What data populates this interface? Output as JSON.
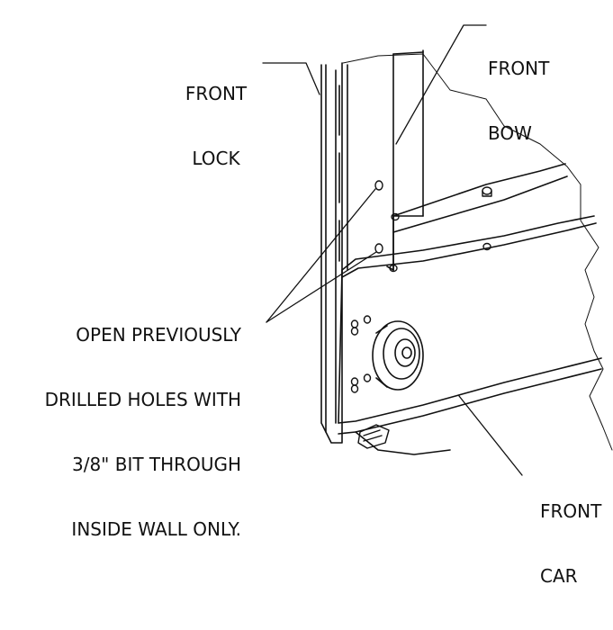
{
  "labels": {
    "front_lock": [
      "FRONT",
      "LOCK"
    ],
    "front_bow": [
      "FRONT",
      "BOW"
    ],
    "holes_note": [
      "OPEN PREVIOUSLY",
      "DRILLED HOLES WITH",
      "3/8\" BIT THROUGH",
      "INSIDE WALL ONLY."
    ],
    "front_car": [
      "FRONT",
      "CAR"
    ]
  },
  "colors": {
    "line": "#111111",
    "background": "#ffffff"
  }
}
